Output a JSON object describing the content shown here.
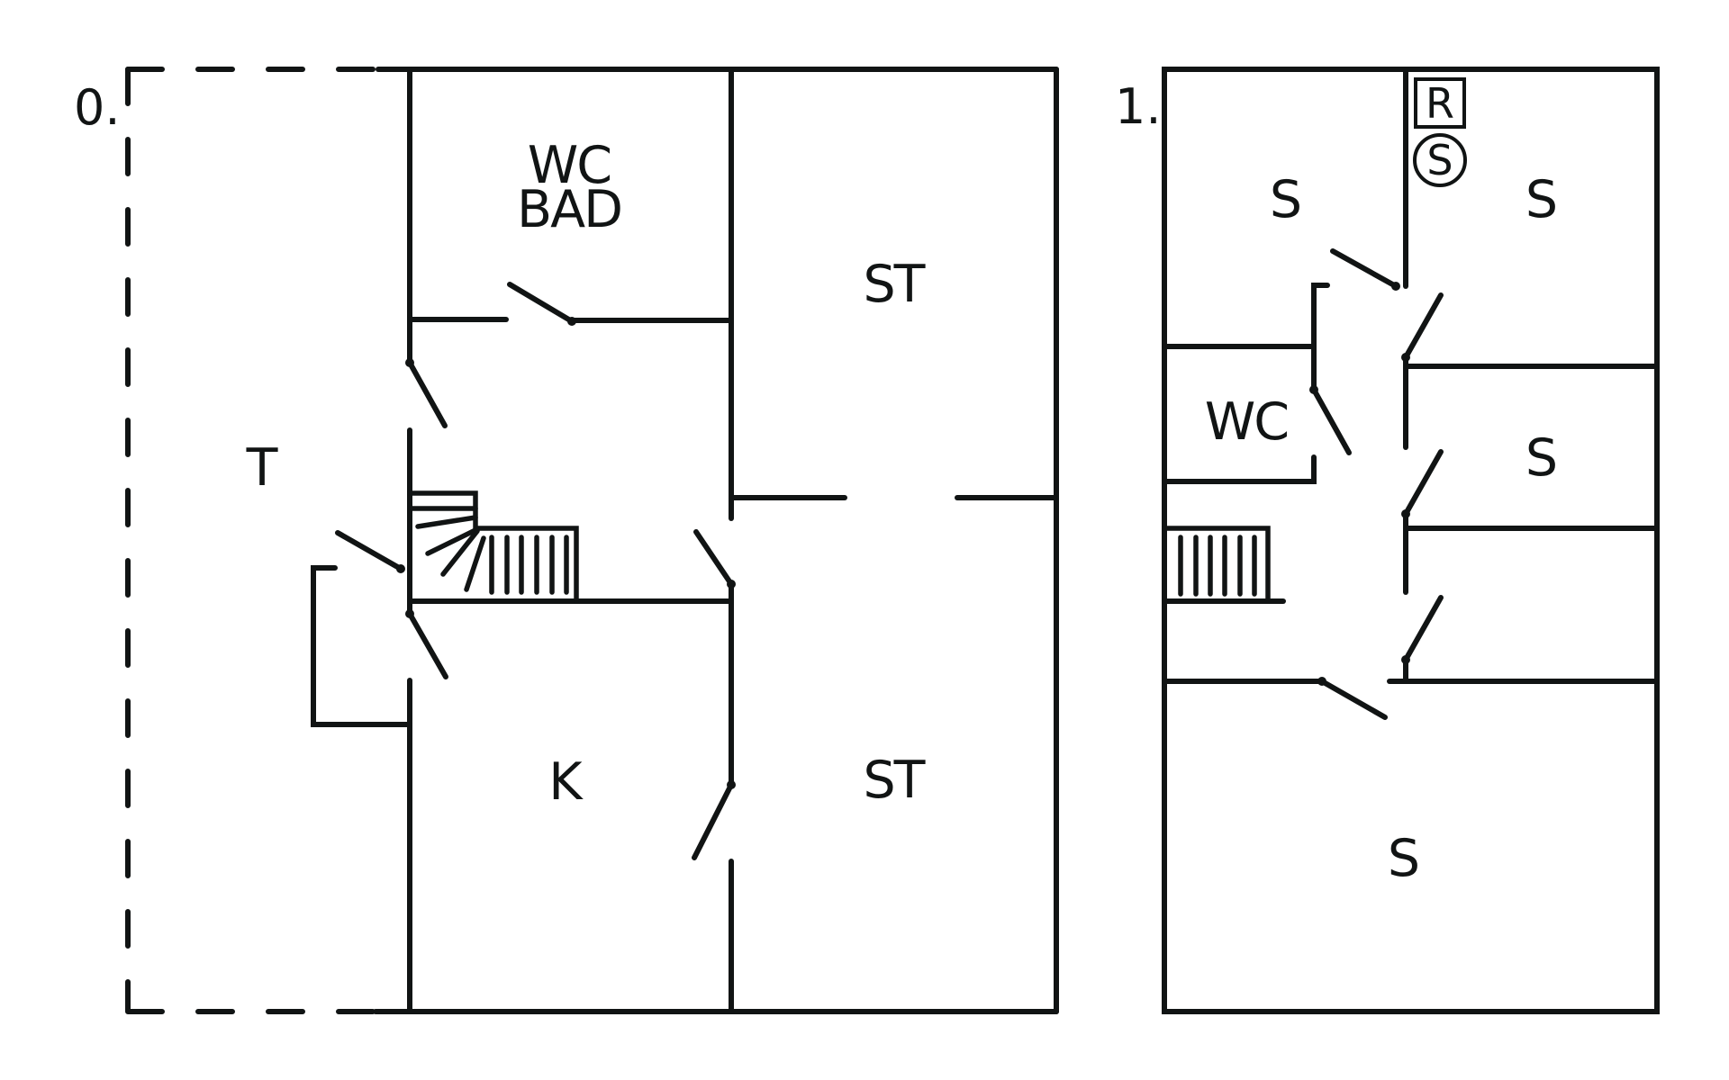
{
  "diagram": {
    "type": "floor plan",
    "floors": [
      {
        "label": "0.",
        "rooms": {
          "wc_bad_line1": "WC",
          "wc_bad_line2": "BAD",
          "terrace": "T",
          "kitchen": "K",
          "living_upper": "ST",
          "living_lower": "ST"
        }
      },
      {
        "label": "1.",
        "rooms": {
          "room_top_left": "S",
          "room_top_right": "S",
          "wc": "WC",
          "room_mid_right": "S",
          "room_bottom": "S"
        },
        "symbols": {
          "boxed": "R",
          "circled": "S"
        }
      }
    ]
  }
}
